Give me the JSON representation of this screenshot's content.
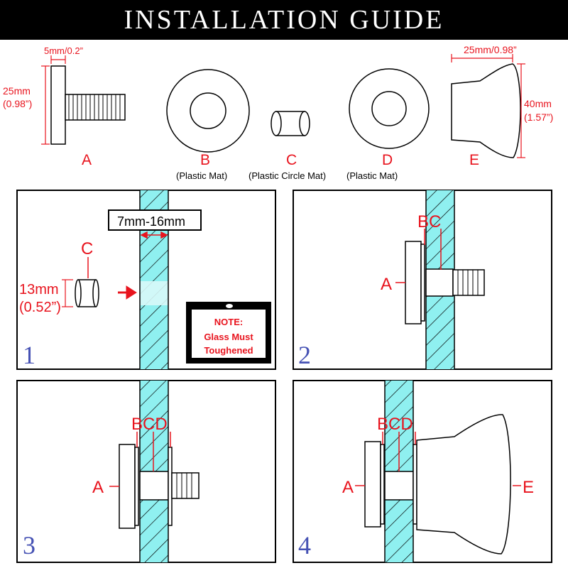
{
  "title": "INSTALLATION GUIDE",
  "parts": {
    "a": {
      "letter": "A",
      "thickness": "5mm/0.2”",
      "height_mm": "25mm",
      "height_in": "(0.98”)"
    },
    "b": {
      "letter": "B",
      "caption": "(Plastic Mat)"
    },
    "c": {
      "letter": "C",
      "caption": "(Plastic Circle Mat)"
    },
    "d": {
      "letter": "D",
      "caption": "(Plastic Mat)"
    },
    "e": {
      "letter": "E",
      "width": "25mm/0.98”",
      "height_mm": "40mm",
      "height_in": "(1.57”)"
    }
  },
  "steps": [
    {
      "number": "1",
      "glass_range": "7mm-16mm",
      "c_label": "C",
      "c_size_mm": "13mm",
      "c_size_in": "(0.52”)",
      "note": {
        "line1": "NOTE:",
        "line2": "Glass Must",
        "line3": "Toughened"
      }
    },
    {
      "number": "2",
      "label_a": "A",
      "label_bc": "BC"
    },
    {
      "number": "3",
      "label_a": "A",
      "label_bcd": "BCD"
    },
    {
      "number": "4",
      "label_a": "A",
      "label_bcd": "BCD",
      "label_e": "E"
    }
  ],
  "colors": {
    "red": "#e8141e",
    "glass": "#8ff0f0",
    "step_number": "#4652b4",
    "title_bg": "#000000"
  }
}
